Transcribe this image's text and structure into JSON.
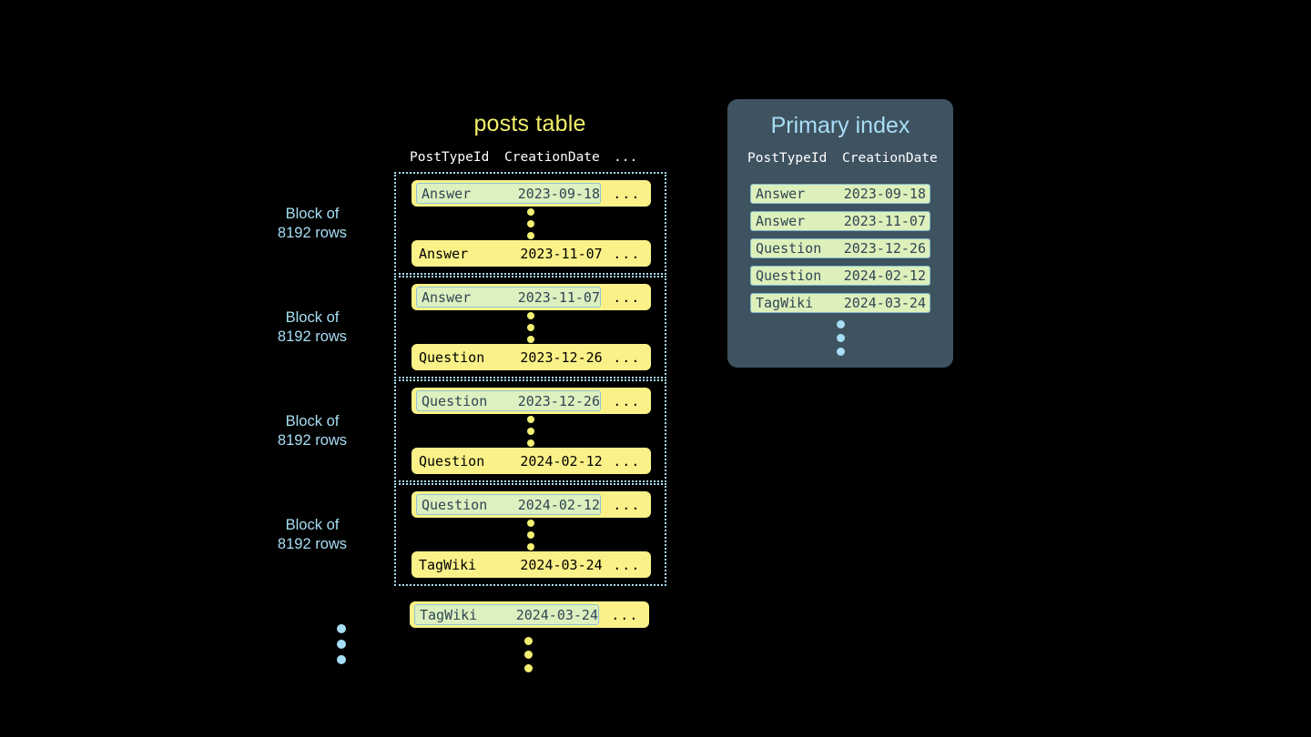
{
  "posts_table": {
    "title": "posts table",
    "columns": [
      "PostTypeId",
      "CreationDate",
      "..."
    ],
    "ellipsis": "...",
    "block_label_line1": "Block of",
    "block_label_line2": "8192 rows",
    "blocks": [
      {
        "label_line1": "Block of",
        "label_line2": "8192 rows",
        "first_row": {
          "type": "Answer",
          "date": "2023-09-18",
          "rest": "...",
          "highlighted": true
        },
        "last_row": {
          "type": "Answer",
          "date": "2023-11-07",
          "rest": "...",
          "highlighted": false
        }
      },
      {
        "label_line1": "Block of",
        "label_line2": "8192 rows",
        "first_row": {
          "type": "Answer",
          "date": "2023-11-07",
          "rest": "...",
          "highlighted": true
        },
        "last_row": {
          "type": "Question",
          "date": "2023-12-26",
          "rest": "...",
          "highlighted": false
        }
      },
      {
        "label_line1": "Block of",
        "label_line2": "8192 rows",
        "first_row": {
          "type": "Question",
          "date": "2023-12-26",
          "rest": "...",
          "highlighted": true
        },
        "last_row": {
          "type": "Question",
          "date": "2024-02-12",
          "rest": "...",
          "highlighted": false
        }
      },
      {
        "label_line1": "Block of",
        "label_line2": "8192 rows",
        "first_row": {
          "type": "Question",
          "date": "2024-02-12",
          "rest": "...",
          "highlighted": true
        },
        "last_row": {
          "type": "TagWiki",
          "date": "2024-03-24",
          "rest": "...",
          "highlighted": false
        }
      }
    ],
    "trailing_row": {
      "type": "TagWiki",
      "date": "2024-03-24",
      "rest": "...",
      "highlighted": true
    }
  },
  "primary_index": {
    "title": "Primary index",
    "columns": [
      "PostTypeId",
      "CreationDate"
    ],
    "rows": [
      {
        "type": "Answer",
        "date": "2023-09-18"
      },
      {
        "type": "Answer",
        "date": "2023-11-07"
      },
      {
        "type": "Question",
        "date": "2023-12-26"
      },
      {
        "type": "Question",
        "date": "2024-02-12"
      },
      {
        "type": "TagWiki",
        "date": "2024-03-24"
      }
    ]
  },
  "colors": {
    "background": "#000000",
    "row_yellow": "#faf288",
    "highlight_green": "#dcf0c0",
    "highlight_border": "#8fc4d6",
    "accent_blue": "#a8def5",
    "title_yellow": "#f2f06a",
    "panel_slate": "#3e5260",
    "dot_yellow": "#f2ef72",
    "text_dark_slate": "#2f4654"
  }
}
